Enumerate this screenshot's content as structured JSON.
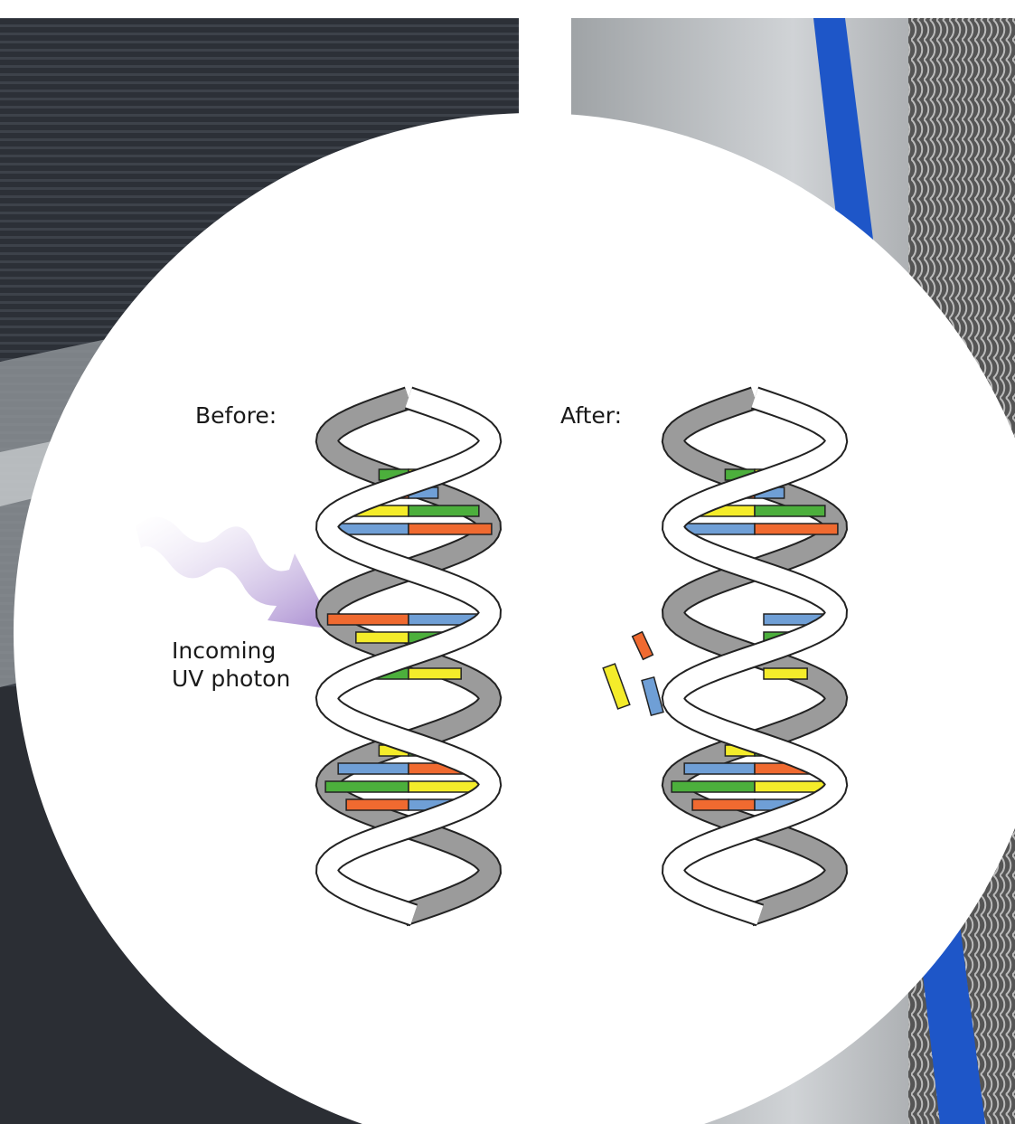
{
  "diagram": {
    "before_label": "Before:",
    "after_label": "After:",
    "photon_label_line1": "Incoming",
    "photon_label_line2": "UV photon"
  },
  "colors": {
    "backdrop_dark": "#2a2d33",
    "backdrop_metal": "#b9bcbf",
    "cable_blue": "#1e56c8",
    "strand_white": "#ffffff",
    "strand_gray": "#9b9b9b",
    "base_green": "#4caf3c",
    "base_yellow": "#f4ec2a",
    "base_orange": "#f06a30",
    "base_blue": "#6f9fd6",
    "photon_purple": "#b49cd6"
  }
}
